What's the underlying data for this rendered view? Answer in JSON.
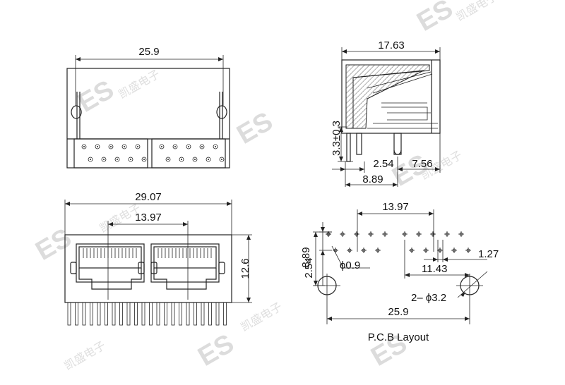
{
  "dimensions": {
    "top_width": "25.9",
    "side_depth": "17.63",
    "side_height": "3.3±0.3",
    "side_pin1": "2.54",
    "side_pin2": "7.56",
    "side_pin_total": "8.89",
    "front_width": "29.07",
    "front_pitch": "13.97",
    "front_height": "12.6",
    "pcb_pitch": "13.97",
    "pcb_row_offset": "8.89",
    "pcb_row_pitch": "2.54",
    "pcb_hole_dia": "ϕ0.9",
    "pcb_pin_pitch": "1.27",
    "pcb_offset": "11.43",
    "pcb_mount_hole": "2– ϕ3.2",
    "pcb_mount_span": "25.9"
  },
  "labels": {
    "pcb_title": "P.C.B Layout"
  },
  "watermark": {
    "logo": "ES",
    "cn": "凯盛电子"
  }
}
